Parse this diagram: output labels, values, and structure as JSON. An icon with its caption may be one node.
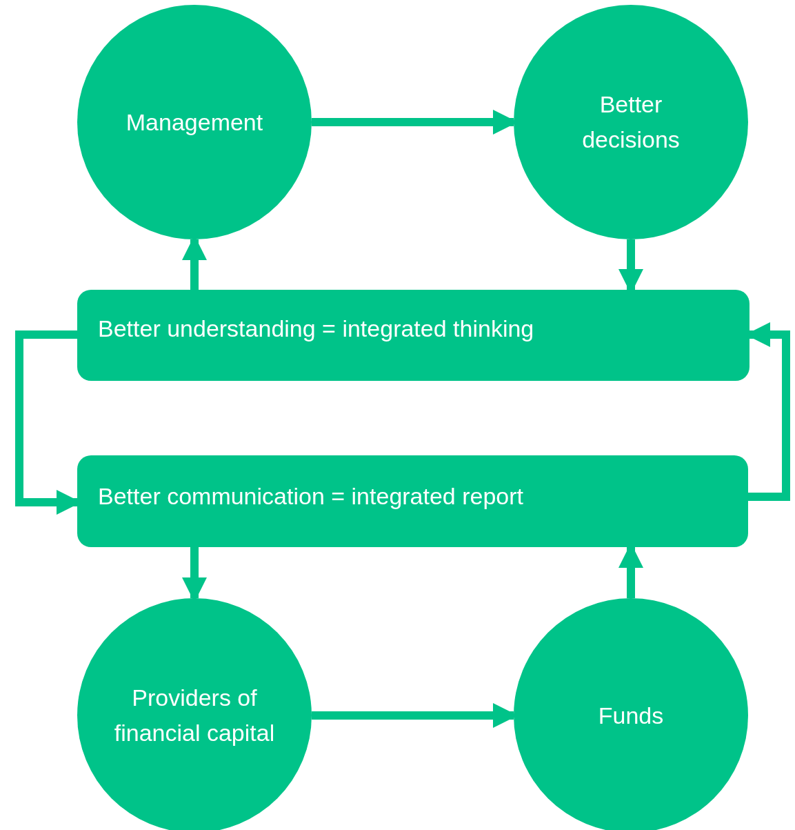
{
  "diagram": {
    "nodes": [
      {
        "text": [
          "Management"
        ]
      },
      {
        "text": [
          "Better decisions"
        ]
      },
      {
        "text": [
          "Better understanding = integrated thinking"
        ]
      },
      {
        "text": [
          "Better communication = integrated report"
        ]
      },
      {
        "text": [
          "Providers of financial capital"
        ]
      },
      {
        "text": [
          "Funds"
        ]
      }
    ],
    "edges": [
      {
        "from": 0,
        "to": 1,
        "arrow": "to"
      },
      {
        "from": 1,
        "to": 2,
        "arrow": "to"
      },
      {
        "from": 2,
        "to": 0,
        "arrow": "to"
      },
      {
        "from": 2,
        "to": 3,
        "arrow": "to"
      },
      {
        "from": 3,
        "to": 2,
        "arrow": "to"
      },
      {
        "from": 3,
        "to": 4,
        "arrow": "to"
      },
      {
        "from": 4,
        "to": 5,
        "arrow": "to"
      },
      {
        "from": 5,
        "to": 3,
        "arrow": "to"
      }
    ]
  }
}
